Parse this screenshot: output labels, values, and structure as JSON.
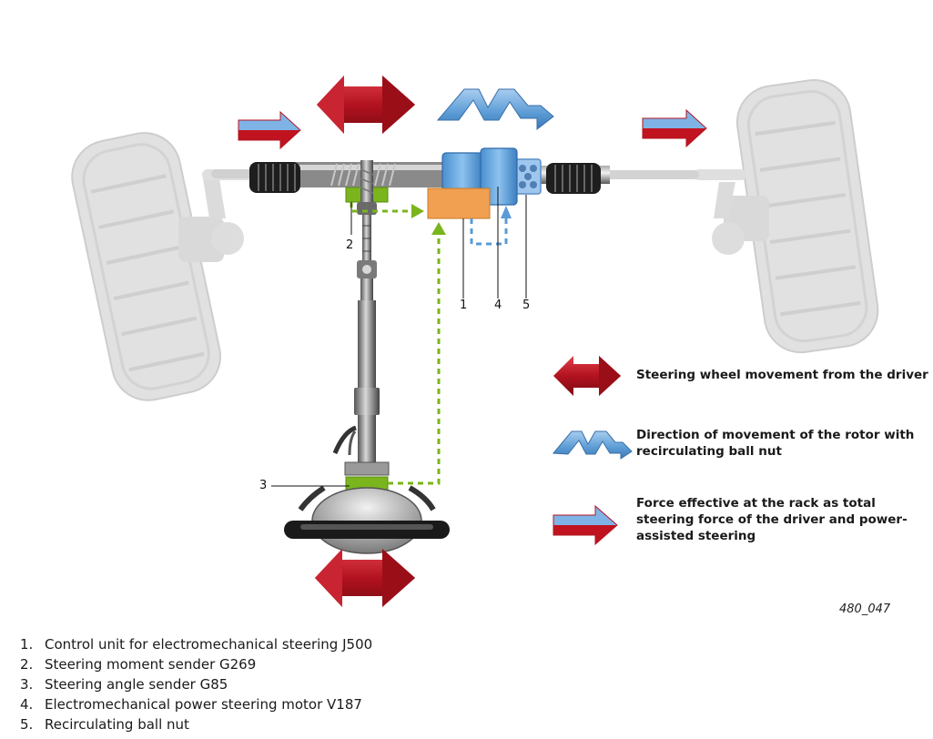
{
  "callouts": {
    "c1": "1",
    "c2": "2",
    "c3": "3",
    "c4": "4",
    "c5": "5"
  },
  "legend": {
    "steering_wheel_movement": "Steering wheel movement from the driver",
    "rotor_direction_line1": "Direction of movement of the rotor with",
    "rotor_direction_line2": "recirculating ball nut",
    "rack_force_line1": "Force effective at the rack as total",
    "rack_force_line2": "steering force of the driver and power-",
    "rack_force_line3": "assisted steering"
  },
  "figure_id": "480_047",
  "parts": [
    {
      "num": "1.",
      "label": "Control unit for electromechanical steering J500"
    },
    {
      "num": "2.",
      "label": "Steering moment sender G269"
    },
    {
      "num": "3.",
      "label": "Steering angle sender G85"
    },
    {
      "num": "4.",
      "label": "Electromechanical power steering motor V187"
    },
    {
      "num": "5.",
      "label": "Recirculating ball nut"
    }
  ],
  "colors": {
    "red_arrow": "#b3121f",
    "blue_arrow": "#5b9bd5",
    "orange_unit": "#f0a050",
    "green_sender": "#7ab51d",
    "motor_blue": "#5ba3e0",
    "ghost_gray": "#d9d9d9"
  }
}
